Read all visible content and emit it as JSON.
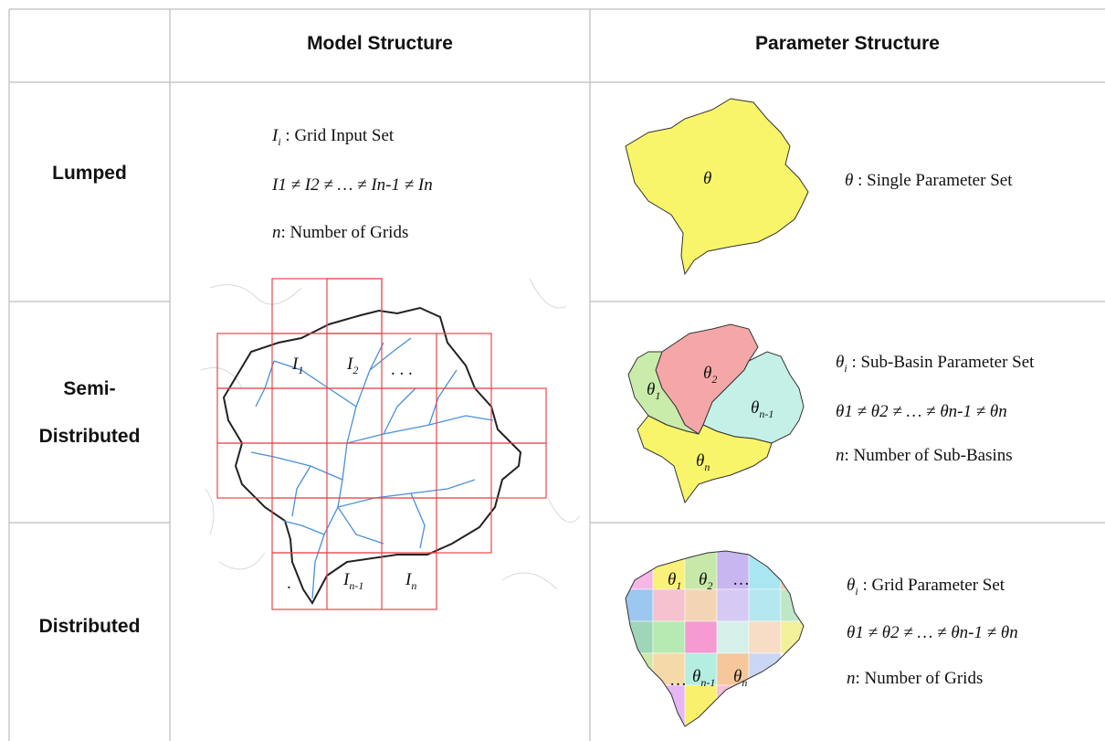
{
  "headers": {
    "model_structure": "Model Structure",
    "parameter_structure": "Parameter Structure"
  },
  "rows": {
    "lumped": "Lumped",
    "semi_line1": "Semi-",
    "semi_line2": "Distributed",
    "distributed": "Distributed"
  },
  "model": {
    "grid_input_label": ": Grid Input Set",
    "inequality": "I1 ≠ I2 ≠ … ≠ In-1 ≠ In",
    "n_label": ": Number of Grids",
    "cell_i1": "I1",
    "cell_i2": "I2",
    "cell_dots": ". . .",
    "cell_dot": ".",
    "cell_in1": "In-1",
    "cell_in": "In"
  },
  "lumped_param": {
    "map_label": "θ",
    "text": ": Single Parameter Set"
  },
  "semi_param": {
    "t1": "θ1",
    "t2": "θ2",
    "tn1": "θn-1",
    "tn": "θn",
    "text": ": Sub-Basin Parameter Set",
    "inequality": "θ1 ≠ θ2 ≠ … ≠ θn-1 ≠ θn",
    "n_label": ": Number of Sub-Basins"
  },
  "dist_param": {
    "t1": "θ1",
    "t2": "θ2",
    "dots": "…",
    "tn1": "θn-1",
    "tn": "θn",
    "dots2": "…",
    "text": ": Grid Parameter Set",
    "inequality": "θ1 ≠ θ2 ≠ … ≠ θn-1 ≠ θn",
    "n_label": ": Number of Grids"
  },
  "colors": {
    "border": "#c8c8c8",
    "grid_red": "#e8474a",
    "stream_blue": "#4a8fd8",
    "basin_yellow": "#f8f56a",
    "sub_pink": "#f5a7a7",
    "sub_green": "#c9ecaa",
    "sub_cyan": "#c5f0e7"
  }
}
